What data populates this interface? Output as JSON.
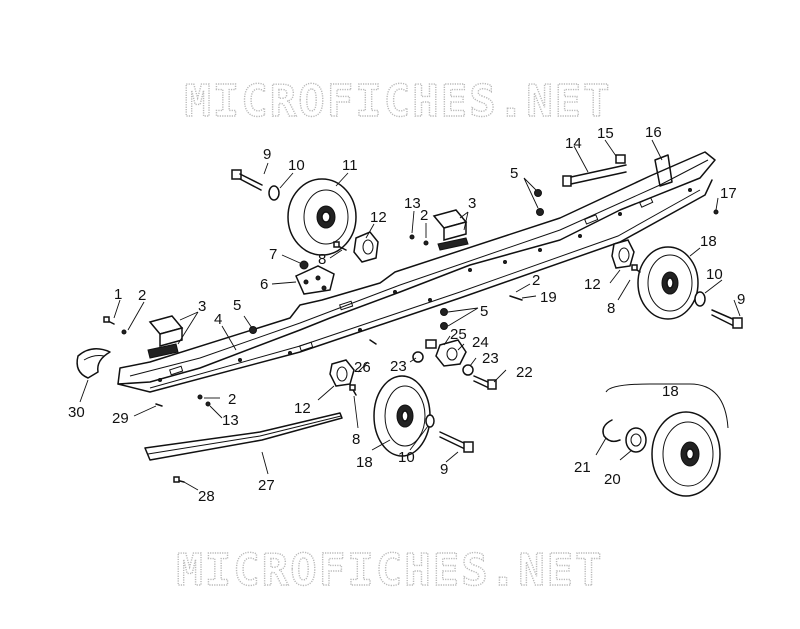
{
  "watermark": {
    "top": "MICROFICHES.NET",
    "bottom": "MICROFICHES.NET"
  },
  "callouts": [
    {
      "id": "c9a",
      "text": "9"
    },
    {
      "id": "c10a",
      "text": "10"
    },
    {
      "id": "c11",
      "text": "11"
    },
    {
      "id": "c13a",
      "text": "13"
    },
    {
      "id": "c2a",
      "text": "2"
    },
    {
      "id": "c3a",
      "text": "3"
    },
    {
      "id": "c12a",
      "text": "12"
    },
    {
      "id": "c8a",
      "text": "8"
    },
    {
      "id": "c7",
      "text": "7"
    },
    {
      "id": "c6",
      "text": "6"
    },
    {
      "id": "c14",
      "text": "14"
    },
    {
      "id": "c15",
      "text": "15"
    },
    {
      "id": "c16",
      "text": "16"
    },
    {
      "id": "c5a",
      "text": "5"
    },
    {
      "id": "c17",
      "text": "17"
    },
    {
      "id": "c18a",
      "text": "18"
    },
    {
      "id": "c12b",
      "text": "12"
    },
    {
      "id": "c8b",
      "text": "8"
    },
    {
      "id": "c10b",
      "text": "10"
    },
    {
      "id": "c9b",
      "text": "9"
    },
    {
      "id": "c2b",
      "text": "2"
    },
    {
      "id": "c19",
      "text": "19"
    },
    {
      "id": "c5b",
      "text": "5"
    },
    {
      "id": "c1",
      "text": "1"
    },
    {
      "id": "c2c",
      "text": "2"
    },
    {
      "id": "c3b",
      "text": "3"
    },
    {
      "id": "c5c",
      "text": "5"
    },
    {
      "id": "c4",
      "text": "4"
    },
    {
      "id": "c25",
      "text": "25"
    },
    {
      "id": "c24",
      "text": "24"
    },
    {
      "id": "c23a",
      "text": "23"
    },
    {
      "id": "c23b",
      "text": "23"
    },
    {
      "id": "c26",
      "text": "26"
    },
    {
      "id": "c22",
      "text": "22"
    },
    {
      "id": "c30",
      "text": "30"
    },
    {
      "id": "c29",
      "text": "29"
    },
    {
      "id": "c2d",
      "text": "2"
    },
    {
      "id": "c13b",
      "text": "13"
    },
    {
      "id": "c12c",
      "text": "12"
    },
    {
      "id": "c8c",
      "text": "8"
    },
    {
      "id": "c18b",
      "text": "18"
    },
    {
      "id": "c10c",
      "text": "10"
    },
    {
      "id": "c9c",
      "text": "9"
    },
    {
      "id": "c27",
      "text": "27"
    },
    {
      "id": "c28",
      "text": "28"
    },
    {
      "id": "c18c",
      "text": "18"
    },
    {
      "id": "c21",
      "text": "21"
    },
    {
      "id": "c20",
      "text": "20"
    }
  ]
}
